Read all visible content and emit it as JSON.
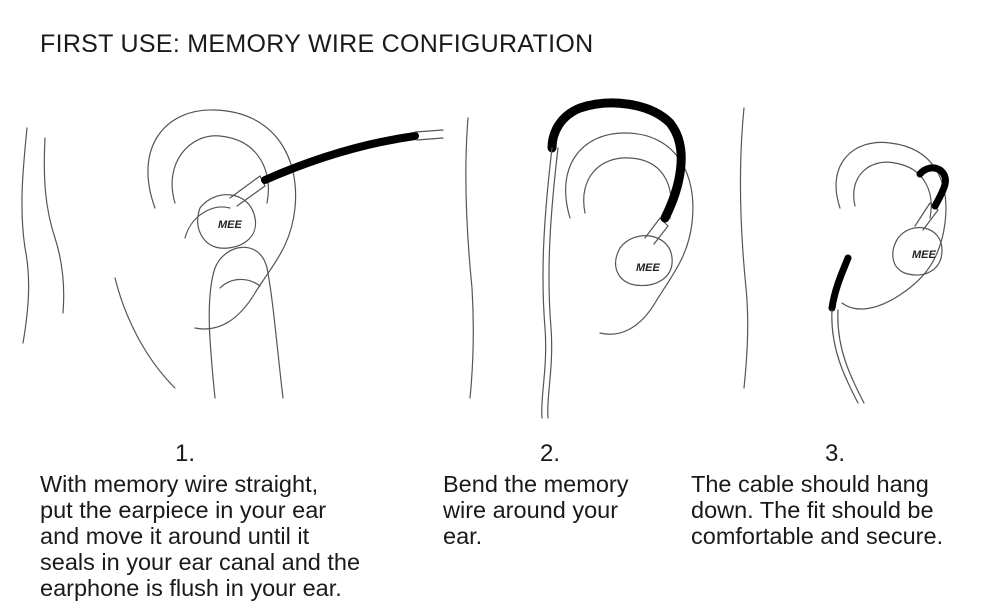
{
  "title": "FIRST USE: MEMORY WIRE CONFIGURATION",
  "logo_text": "MEE",
  "steps": [
    {
      "number": "1.",
      "lines": [
        "With memory wire straight,",
        "put the earpiece in your ear",
        "and move it around until it",
        "seals in your ear canal and the",
        "earphone is flush in your ear."
      ]
    },
    {
      "number": "2.",
      "lines": [
        "Bend the memory",
        "wire around your",
        "ear."
      ]
    },
    {
      "number": "3.",
      "lines": [
        "The cable should hang",
        "down. The fit should be",
        "comfortable and secure."
      ]
    }
  ],
  "illustrations": [
    {
      "icon": "ear-with-finger-inserting-earphone-icon"
    },
    {
      "icon": "ear-with-wire-over-ear-icon"
    },
    {
      "icon": "ear-with-cable-hanging-down-icon"
    }
  ]
}
